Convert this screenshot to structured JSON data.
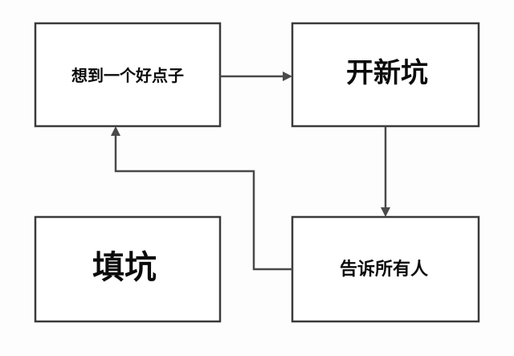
{
  "nodes": {
    "idea": {
      "label": "想到一个好点子"
    },
    "new_pit": {
      "label": "开新坑"
    },
    "tell_everyone": {
      "label": "告诉所有人"
    },
    "fill_pit": {
      "label": "填坑"
    }
  },
  "colors": {
    "box_border": "#3a3a3a",
    "arrow": "#4a4a4a",
    "text": "#0b0b0b",
    "background": "#fdfdfd"
  }
}
